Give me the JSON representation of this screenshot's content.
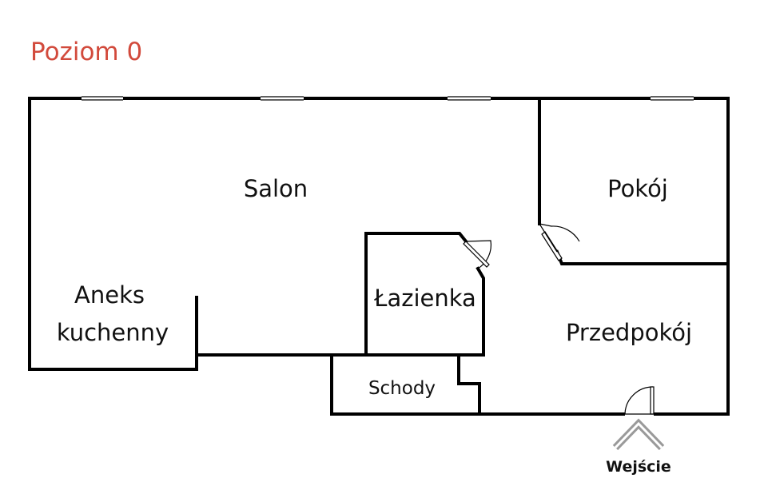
{
  "title": "Poziom 0",
  "rooms": {
    "salon": "Salon",
    "pokoj": "Pokój",
    "aneks_line1": "Aneks",
    "aneks_line2": "kuchenny",
    "lazienka": "Łazienka",
    "przedpokoj": "Przedpokój",
    "schody": "Schody"
  },
  "entrance": "Wejście",
  "colors": {
    "title": "#d24a3c",
    "walls": "#000000"
  }
}
